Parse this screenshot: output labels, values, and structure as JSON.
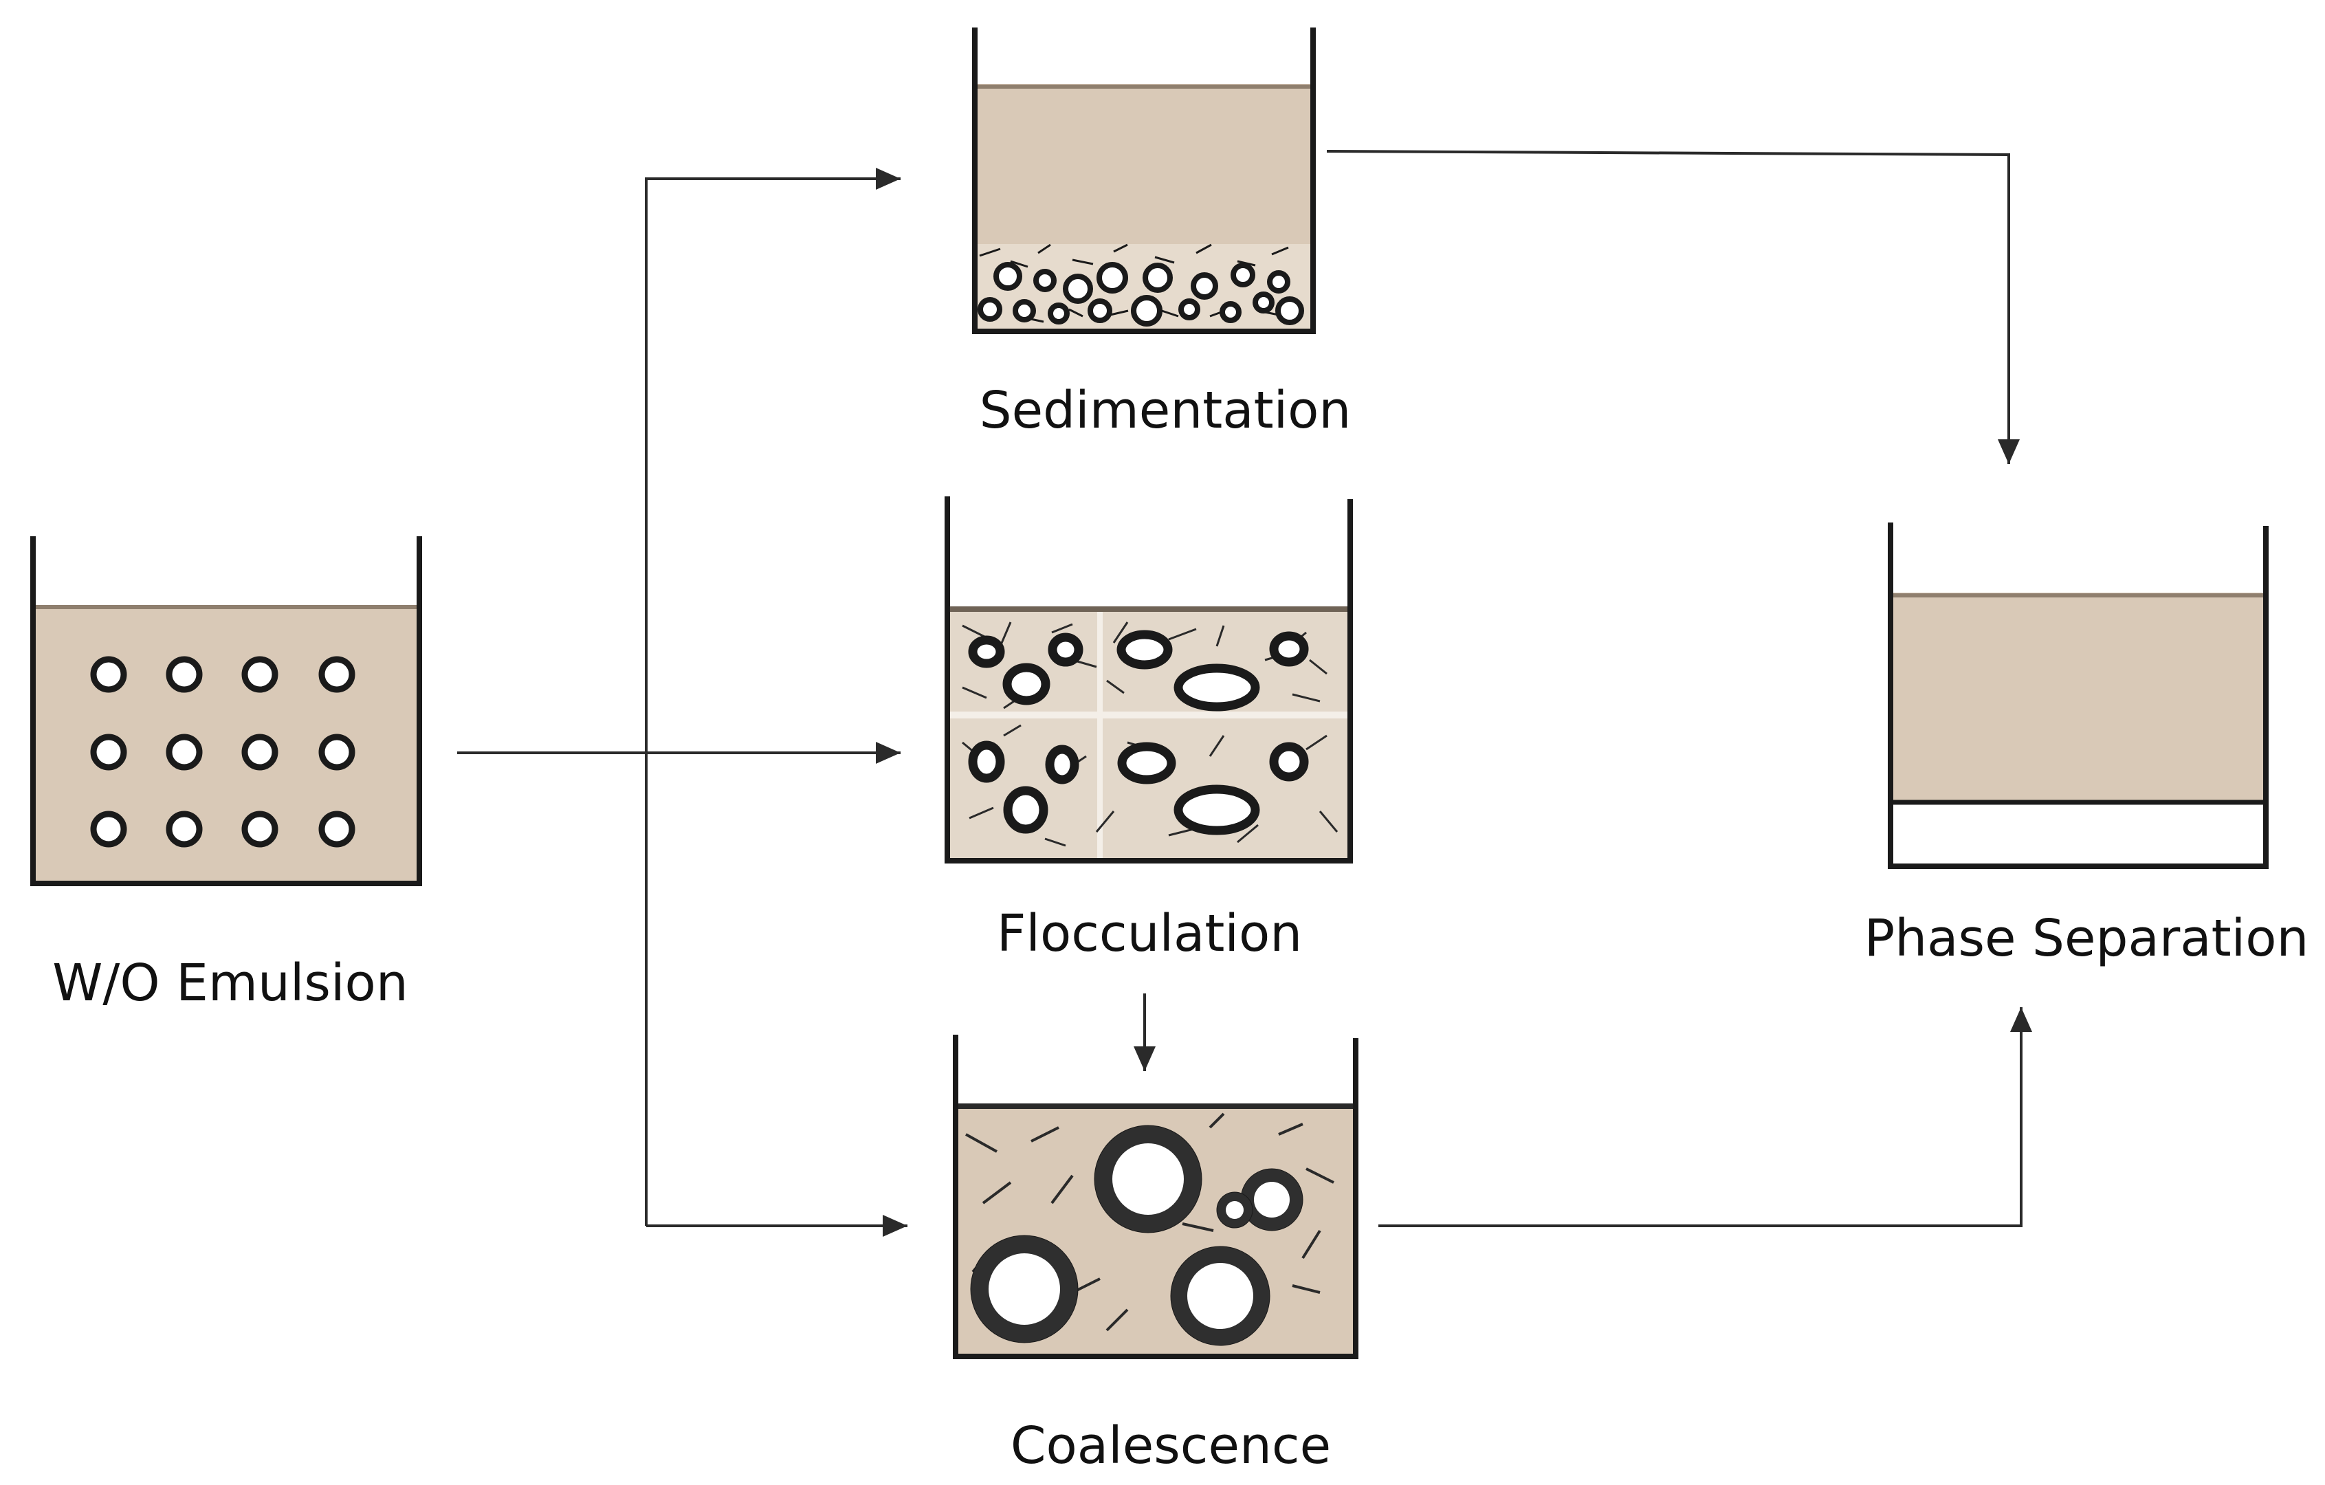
{
  "labels": {
    "emulsion": "W/O Emulsion",
    "sedimentation": "Sedimentation",
    "flocculation": "Flocculation",
    "coalescence": "Coalescence",
    "phase_separation": "Phase Separation"
  },
  "colors": {
    "liquid": "#d9c9b7",
    "liquid_top": "#bfae9c",
    "outline": "#1a1a1a",
    "arrow": "#2a2a2a",
    "water_phase": "#ffffff"
  }
}
